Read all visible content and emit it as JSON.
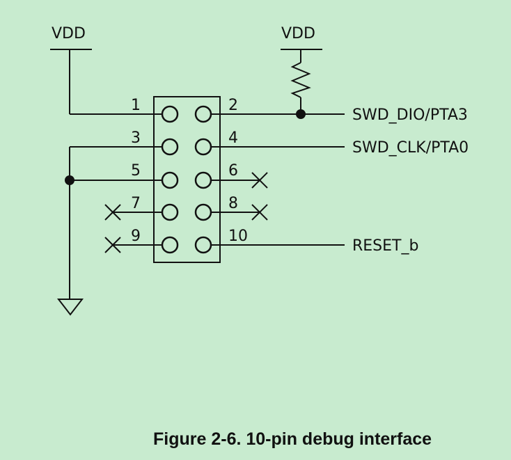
{
  "power_labels": {
    "left": "VDD",
    "right": "VDD"
  },
  "pins": {
    "p1": "1",
    "p2": "2",
    "p3": "3",
    "p4": "4",
    "p5": "5",
    "p6": "6",
    "p7": "7",
    "p8": "8",
    "p9": "9",
    "p10": "10"
  },
  "nets": {
    "swd_dio": "SWD_DIO/PTA3",
    "swd_clk": "SWD_CLK/PTA0",
    "reset": "RESET_b"
  },
  "caption": "Figure 2-6. 10-pin debug interface",
  "colors": {
    "background": "#c8ebcf",
    "ink": "#111111"
  }
}
